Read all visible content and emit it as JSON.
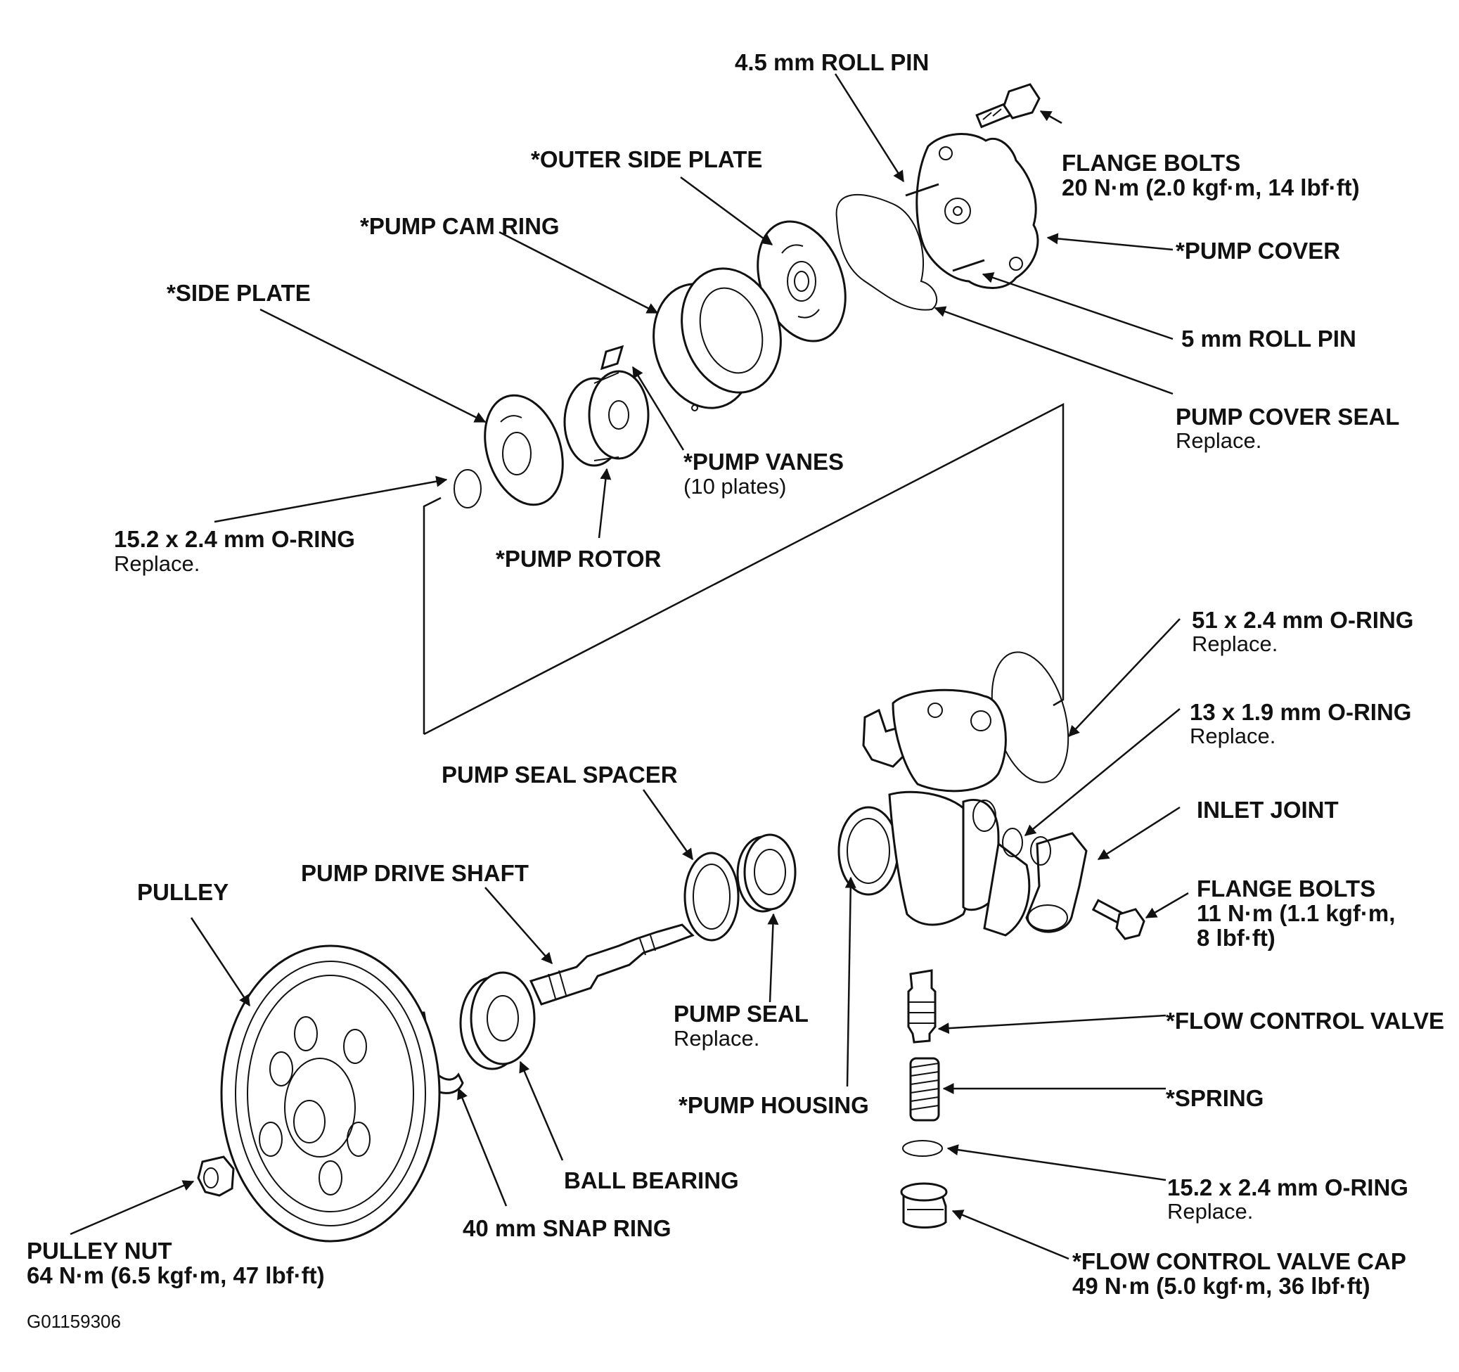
{
  "labels": {
    "roll_pin_45": "4.5 mm ROLL PIN",
    "flange_bolts_top": "FLANGE BOLTS",
    "flange_bolts_top_torque": "20 N·m (2.0 kgf·m, 14 lbf·ft)",
    "outer_side_plate": "*OUTER SIDE PLATE",
    "pump_cam_ring": "*PUMP CAM RING",
    "side_plate": "*SIDE PLATE",
    "pump_cover": "*PUMP COVER",
    "roll_pin_5": "5 mm ROLL PIN",
    "pump_cover_seal": "PUMP COVER SEAL",
    "pump_cover_seal_note": "Replace.",
    "pump_vanes": "*PUMP VANES",
    "pump_vanes_note": "(10 plates)",
    "oring_152_top": "15.2 x 2.4 mm O-RING",
    "oring_152_top_note": "Replace.",
    "pump_rotor": "*PUMP ROTOR",
    "oring_51": "51 x 2.4 mm O-RING",
    "oring_51_note": "Replace.",
    "oring_13": "13 x 1.9 mm O-RING",
    "oring_13_note": "Replace.",
    "pump_seal_spacer": "PUMP SEAL SPACER",
    "inlet_joint": "INLET JOINT",
    "pump_drive_shaft": "PUMP DRIVE SHAFT",
    "pulley": "PULLEY",
    "flange_bolts_right": "FLANGE BOLTS",
    "flange_bolts_right_torque_1": "11 N·m (1.1 kgf·m,",
    "flange_bolts_right_torque_2": "8 lbf·ft)",
    "pump_seal": "PUMP SEAL",
    "pump_seal_note": "Replace.",
    "flow_control_valve": "*FLOW CONTROL VALVE",
    "pump_housing": "*PUMP HOUSING",
    "spring": "*SPRING",
    "ball_bearing": "BALL BEARING",
    "oring_152_bottom": "15.2 x 2.4 mm O-RING",
    "oring_152_bottom_note": "Replace.",
    "snap_ring": "40 mm SNAP RING",
    "flow_control_valve_cap": "*FLOW CONTROL VALVE CAP",
    "flow_control_valve_cap_torque": "49 N·m (5.0 kgf·m, 36 lbf·ft)",
    "pulley_nut": "PULLEY NUT",
    "pulley_nut_torque": "64 N·m (6.5 kgf·m, 47 lbf·ft)",
    "figure_code": "G01159306"
  }
}
